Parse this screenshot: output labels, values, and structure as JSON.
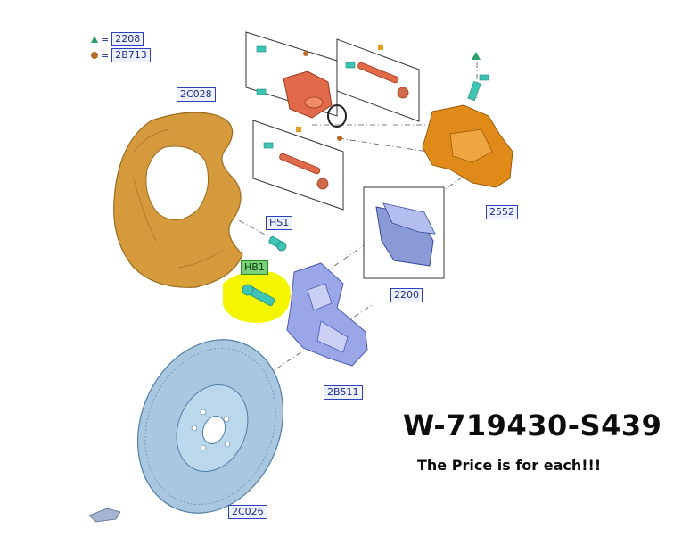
{
  "legend": [
    {
      "symbol": "triangle-icon",
      "color": "#2aa36b",
      "eq": "=",
      "code": "2208"
    },
    {
      "symbol": "circle-icon",
      "color": "#b86a2a",
      "eq": "=",
      "code": "2B713"
    }
  ],
  "callouts": {
    "shield": "2C028",
    "caliper": "2552",
    "pads": "2200",
    "bracket": "2B511",
    "rotor": "2C026",
    "shield_bolt": "HS1",
    "bracket_bolt": "HB1"
  },
  "part_number": "W-719430-S439",
  "price_note": "The Price is for each!!!",
  "colors": {
    "shield": "#d59a3c",
    "caliper_orange": "#e08a1a",
    "piston_housing": "#e06a4a",
    "pads": "#8a9ad6",
    "bracket": "#9aa6e8",
    "rotor": "#a9c8e0",
    "bolt": "#3dc4b4",
    "highlight": "#f5f500",
    "callout_border": "#2b3fbf"
  }
}
